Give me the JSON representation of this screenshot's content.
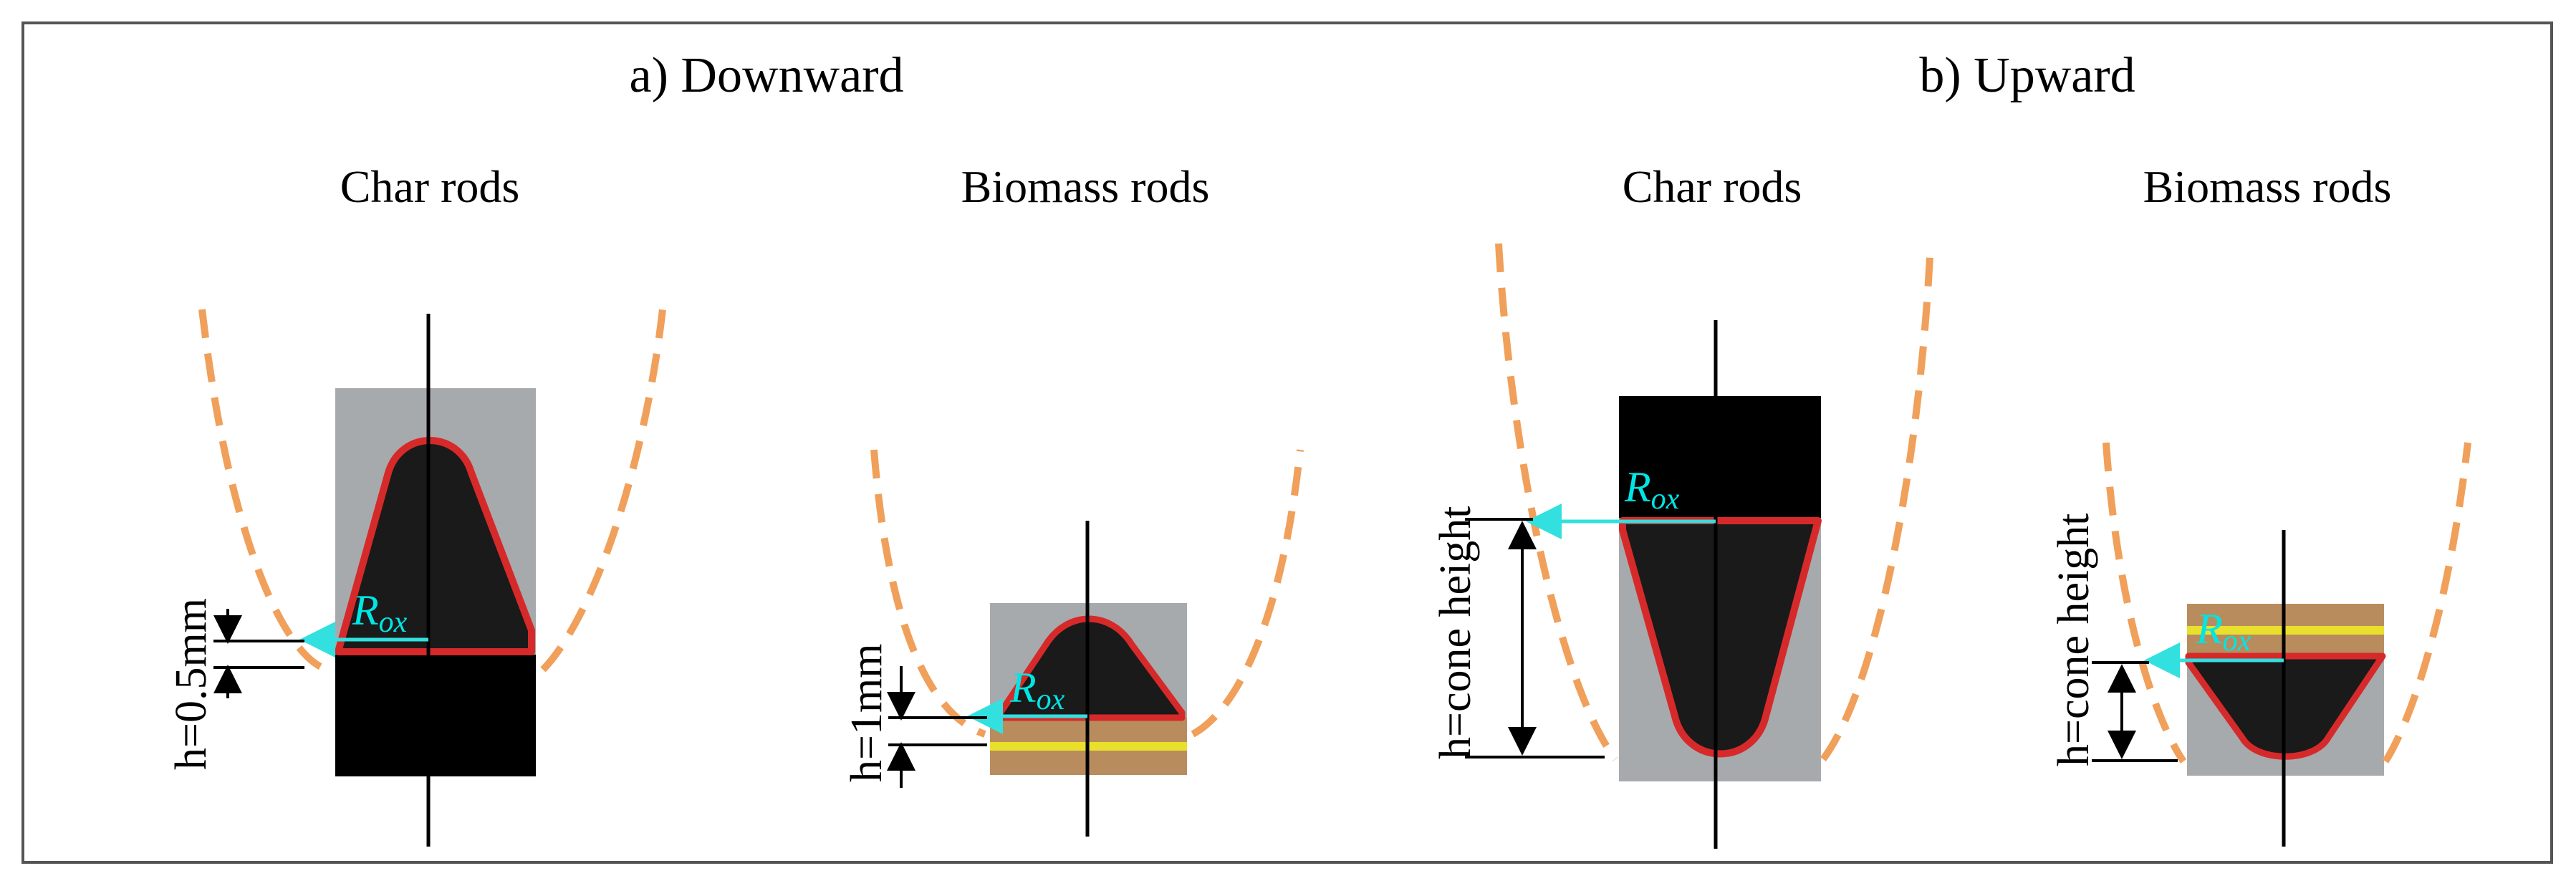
{
  "panels": {
    "a_title": "a) Downward",
    "b_title": "b) Upward"
  },
  "columns": {
    "char_rods_a": "Char rods",
    "biomass_rods_a": "Biomass rods",
    "char_rods_b": "Char rods",
    "biomass_rods_b": "Biomass rods"
  },
  "labels": {
    "r_symbol": "R",
    "r_subscript": "ox",
    "h_char_down": "h=0.5mm",
    "h_biomass_down": "h=1mm",
    "h_char_up": "h=cone height",
    "h_biomass_up": "h=cone height"
  },
  "colors": {
    "frame": "#555555",
    "gray_block": "#a7aaad",
    "char_black": "#1a1a1a",
    "char_solid": "#000000",
    "outline_red": "#d62a2a",
    "flame_orange": "#f0a05a",
    "radius_cyan": "#33e0e0",
    "biomass_brown": "#b98c5e",
    "biomass_yellow": "#e8e02c"
  }
}
